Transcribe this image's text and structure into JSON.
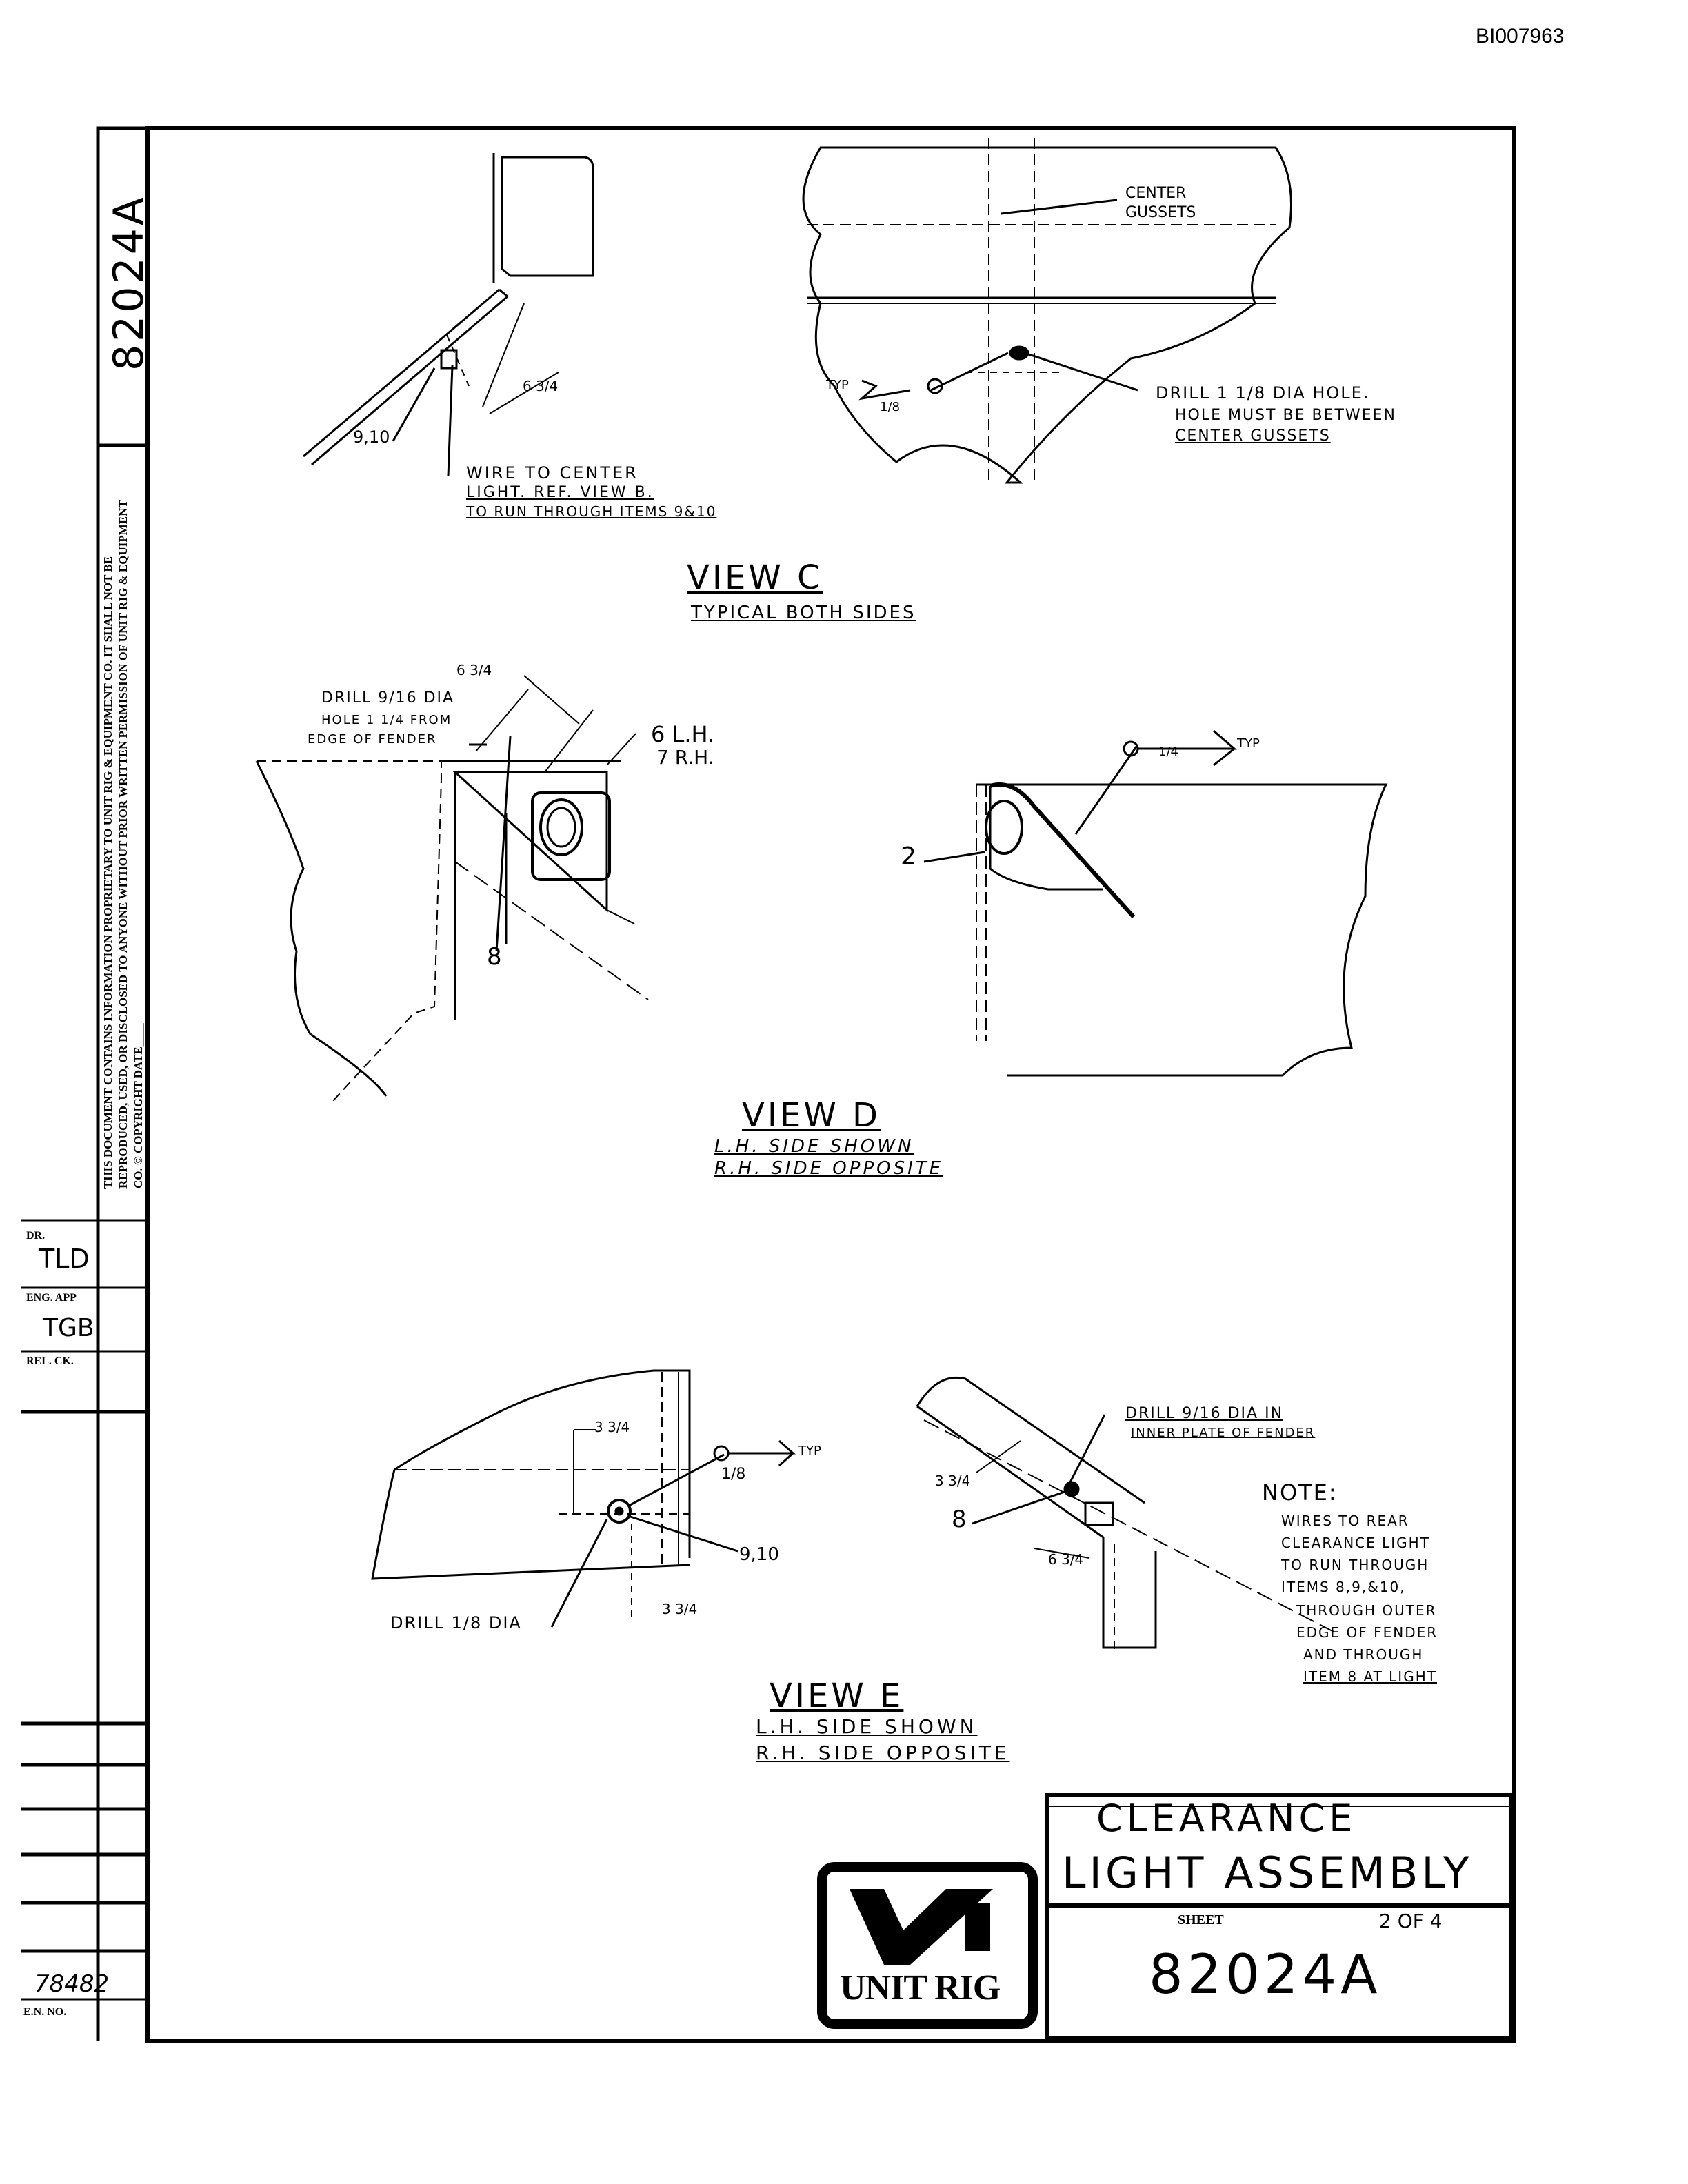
{
  "page_id": "BI007963",
  "side_border": {
    "drawing_number": "82024A",
    "proprietary_notice": "THIS DOCUMENT CONTAINS INFORMATION PROPRIETARY TO UNIT RIG & EQUIPMENT CO. IT SHALL NOT BE REPRODUCED, USED, OR DISCLOSED TO ANYONE WITHOUT PRIOR WRITTEN PERMISSION OF UNIT RIG & EQUIPMENT CO. © COPYRIGHT DATE____",
    "dr_label": "DR.",
    "dr_value": "TLD",
    "eng_app_label": "ENG. APP",
    "eng_app_value": "TGB",
    "rel_ck_label": "REL. CK.",
    "en_value": "78482",
    "en_label": "E.N. NO."
  },
  "view_c": {
    "callout_items": "9,10",
    "dim_6": "6 3/4",
    "wire_note_1": "WIRE TO CENTER",
    "wire_note_2": "LIGHT. REF. VIEW B.",
    "wire_note_3": "TO RUN THROUGH ITEMS 9&10",
    "gussets_1": "CENTER",
    "gussets_2": "GUSSETS",
    "weld_typ": "TYP",
    "weld_size": "1/8",
    "drill_1": "DRILL 1 1/8 DIA HOLE.",
    "drill_2": "HOLE MUST BE BETWEEN",
    "drill_3": "CENTER GUSSETS",
    "title": "VIEW C",
    "subtitle": "TYPICAL BOTH SIDES"
  },
  "view_d": {
    "dim_top": "6 3/4",
    "drill_1": "DRILL 9/16 DIA",
    "drill_2": "HOLE 1 1/4 FROM",
    "drill_3": "EDGE OF FENDER",
    "item_6_1": "6 L.H.",
    "item_6_2": "7 R.H.",
    "item_8": "8",
    "item_2": "2",
    "weld_size": "1/4",
    "weld_typ": "TYP",
    "title": "VIEW D",
    "sub_1": "L.H. SIDE SHOWN",
    "sub_2": "R.H. SIDE OPPOSITE"
  },
  "view_e": {
    "dim_a": "3 3/4",
    "weld_size": "1/8",
    "weld_typ": "TYP",
    "items": "9,10",
    "dim_b": "3 3/4",
    "drill_left": "DRILL 1/8 DIA",
    "drill_right_1": "DRILL 9/16 DIA IN",
    "drill_right_2": "INNER PLATE OF FENDER",
    "dim_c": "3 3/4",
    "item_8": "8",
    "dim_d": "6 3/4",
    "note_title": "NOTE:",
    "note_lines": [
      "WIRES TO REAR",
      "CLEARANCE LIGHT",
      "TO RUN THROUGH",
      "ITEMS 8,9,&10,",
      "THROUGH OUTER",
      "EDGE OF FENDER",
      "AND THROUGH",
      "ITEM 8 AT LIGHT"
    ],
    "title": "VIEW E",
    "sub_1": "L.H. SIDE SHOWN",
    "sub_2": "R.H. SIDE OPPOSITE"
  },
  "title_block": {
    "title_1": "CLEARANCE",
    "title_2": "LIGHT ASSEMBLY",
    "sheet_label": "SHEET",
    "sheet_value": "2 OF 4",
    "number": "82024A",
    "logo_text": "UNIT RIG"
  }
}
